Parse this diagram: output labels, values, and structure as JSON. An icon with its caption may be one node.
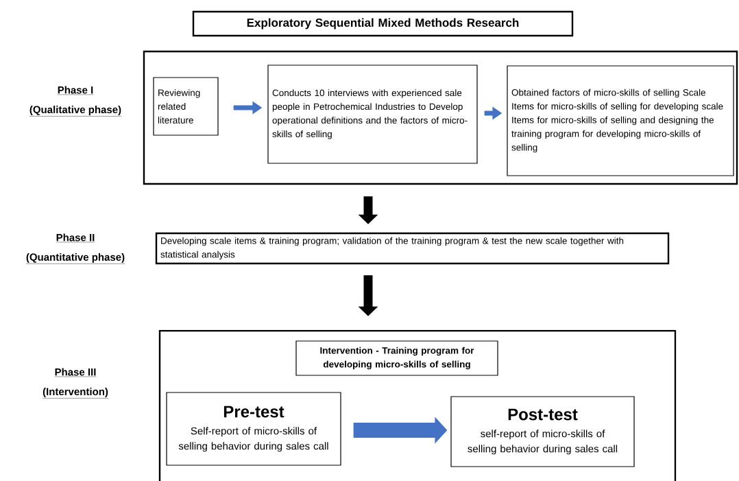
{
  "diagram": {
    "nodes": [
      {
        "text": [
          "Exploratory Sequential Mixed Methods Research"
        ]
      },
      {
        "text": [],
        "shape": "box"
      },
      {
        "text": [
          "Reviewing related literature"
        ],
        "in": 1
      },
      {
        "text": [
          "Conducts 10 interviews with experienced sale people in Petrochemical Industries to Develop operational definitions and the factors of micro-skills of selling"
        ],
        "in": 1
      },
      {
        "text": [
          "Obtained factors of micro-skills of selling Scale Items for micro-skills of selling for developing scale Items for micro-skills of selling and designing the training program for developing micro-skills of selling"
        ],
        "in": 1
      },
      {
        "text": [
          "Developing scale items & training program; validation of the training program & test the new scale together with statistical analysis"
        ]
      },
      {
        "text": [],
        "shape": "box"
      },
      {
        "text": [
          "Intervention - Training program for developing micro-skills of selling"
        ],
        "in": 6
      },
      {
        "text": [
          "Pre-test",
          "Self-report of micro-skills of selling behavior during sales call"
        ],
        "in": 6
      },
      {
        "text": [
          "Post-test",
          "self-report of micro-skills of selling behavior during sales call"
        ],
        "in": 6
      }
    ],
    "edges": [
      {
        "from": 2,
        "to": 3,
        "arrow": "to"
      },
      {
        "from": 3,
        "to": 4,
        "arrow": "to"
      },
      {
        "from": 1,
        "to": 5,
        "arrow": "to",
        "color": "#000000"
      },
      {
        "from": 5,
        "to": 6,
        "arrow": "to",
        "color": "#000000"
      },
      {
        "from": 8,
        "to": 9,
        "arrow": "to"
      }
    ],
    "labels": [
      "Phase I",
      "(Qualitative phase)",
      "Phase II",
      "(Quantitative phase)",
      "Phase III",
      "(Intervention)"
    ]
  }
}
